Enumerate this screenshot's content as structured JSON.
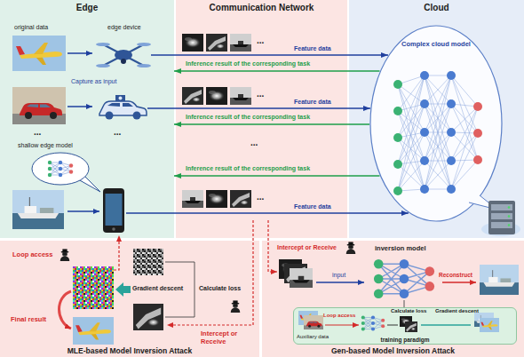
{
  "diagram": {
    "nodes": [
      {
        "text": [
          "Edge"
        ]
      },
      {
        "text": [
          "Communication Network"
        ]
      },
      {
        "text": [
          "Cloud"
        ]
      },
      {
        "text": [
          "Complex cloud model"
        ],
        "in": 2
      },
      {
        "text": [
          "MLE-based Model Inversion Attack"
        ]
      },
      {
        "text": [
          "Gen-based Model Inversion Attack"
        ]
      },
      {
        "text": [
          "training paradigm"
        ],
        "in": 5
      }
    ],
    "edges": [
      {
        "from": 0,
        "to": 3,
        "label": "Feature data",
        "arrow": "to"
      },
      {
        "from": 3,
        "to": 0,
        "label": "Inference result of the corresponding task",
        "arrow": "to"
      },
      {
        "from": 0,
        "to": 3,
        "label": "Feature data",
        "arrow": "to"
      },
      {
        "from": 3,
        "to": 0,
        "label": "Inference result of the corresponding task",
        "arrow": "to"
      },
      {
        "from": 3,
        "to": 0,
        "label": "Inference result of the corresponding task",
        "arrow": "to"
      },
      {
        "from": 0,
        "to": 3,
        "label": "Feature data",
        "arrow": "to"
      }
    ],
    "labels": [
      "original data",
      "edge device",
      "Capture as input",
      "...",
      "...",
      "shallow edge model",
      "...",
      "...",
      "...",
      "...",
      "Loop access",
      "Final result",
      "Gradient descent",
      "Calculate loss",
      "Intercept or Receive",
      "Intercept or Receive",
      "input",
      "inversion model",
      "Reconstruct",
      "Auxiliary data",
      "Loop access",
      "Calculate loss",
      "Gradient descent"
    ]
  }
}
